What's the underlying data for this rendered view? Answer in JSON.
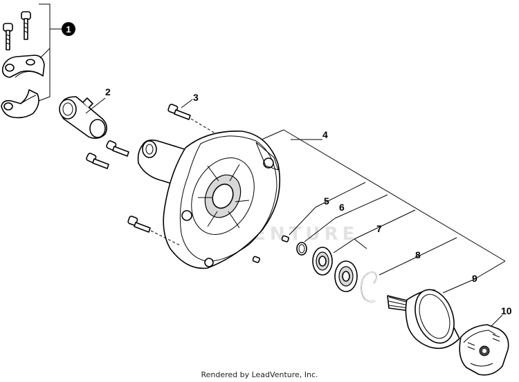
{
  "watermark_text": "LEADVENTURE",
  "footer_text": "Rendered by LeadVenture, Inc.",
  "callouts": {
    "c1": "1",
    "c2": "2",
    "c3": "3",
    "c4": "4",
    "c5": "5",
    "c6": "6",
    "c7": "7",
    "c8": "8",
    "c9": "9",
    "c10": "10"
  },
  "colors": {
    "line": "#000000",
    "watermark": "#e3e3e3",
    "background": "#ffffff"
  }
}
